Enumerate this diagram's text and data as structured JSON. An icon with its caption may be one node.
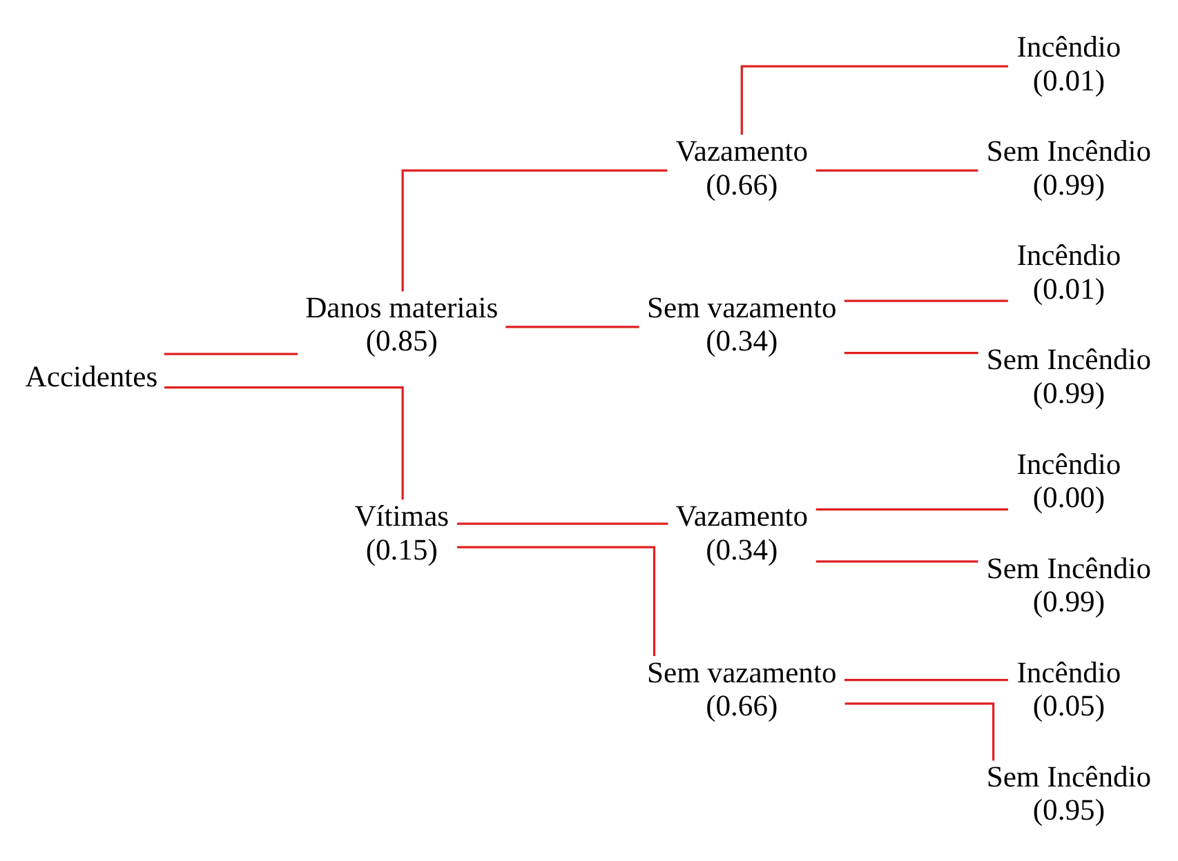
{
  "diagram": {
    "nodes": [
      {
        "text": [
          "Accidentes"
        ]
      },
      {
        "text": [
          "Danos materiais",
          "(0.85)"
        ]
      },
      {
        "text": [
          "Vazamento",
          "(0.66)"
        ]
      },
      {
        "text": [
          "Incêndio",
          "(0.01)"
        ]
      },
      {
        "text": [
          "Sem Incêndio",
          "(0.99)"
        ]
      },
      {
        "text": [
          "Sem vazamento",
          "(0.34)"
        ]
      },
      {
        "text": [
          "Incêndio",
          "(0.01)"
        ]
      },
      {
        "text": [
          "Sem Incêndio",
          "(0.99)"
        ]
      },
      {
        "text": [
          "Vítimas",
          "(0.15)"
        ]
      },
      {
        "text": [
          "Vazamento",
          "(0.34)"
        ]
      },
      {
        "text": [
          "Incêndio",
          "(0.00)"
        ]
      },
      {
        "text": [
          "Sem Incêndio",
          "(0.99)"
        ]
      },
      {
        "text": [
          "Sem vazamento",
          "(0.66)"
        ]
      },
      {
        "text": [
          "Incêndio",
          "(0.05)"
        ]
      },
      {
        "text": [
          "Sem Incêndio",
          "(0.95)"
        ]
      }
    ],
    "edges": [
      {
        "from": 0,
        "to": 1,
        "arrow": "none"
      },
      {
        "from": 1,
        "to": 2,
        "arrow": "none"
      },
      {
        "from": 2,
        "to": 3,
        "arrow": "none"
      },
      {
        "from": 2,
        "to": 4,
        "arrow": "none"
      },
      {
        "from": 1,
        "to": 5,
        "arrow": "none"
      },
      {
        "from": 5,
        "to": 6,
        "arrow": "none"
      },
      {
        "from": 5,
        "to": 7,
        "arrow": "none"
      },
      {
        "from": 0,
        "to": 8,
        "arrow": "none"
      },
      {
        "from": 8,
        "to": 9,
        "arrow": "none"
      },
      {
        "from": 9,
        "to": 10,
        "arrow": "none"
      },
      {
        "from": 9,
        "to": 11,
        "arrow": "none"
      },
      {
        "from": 8,
        "to": 12,
        "arrow": "none"
      },
      {
        "from": 12,
        "to": 13,
        "arrow": "none"
      },
      {
        "from": 12,
        "to": 14,
        "arrow": "none"
      }
    ]
  }
}
